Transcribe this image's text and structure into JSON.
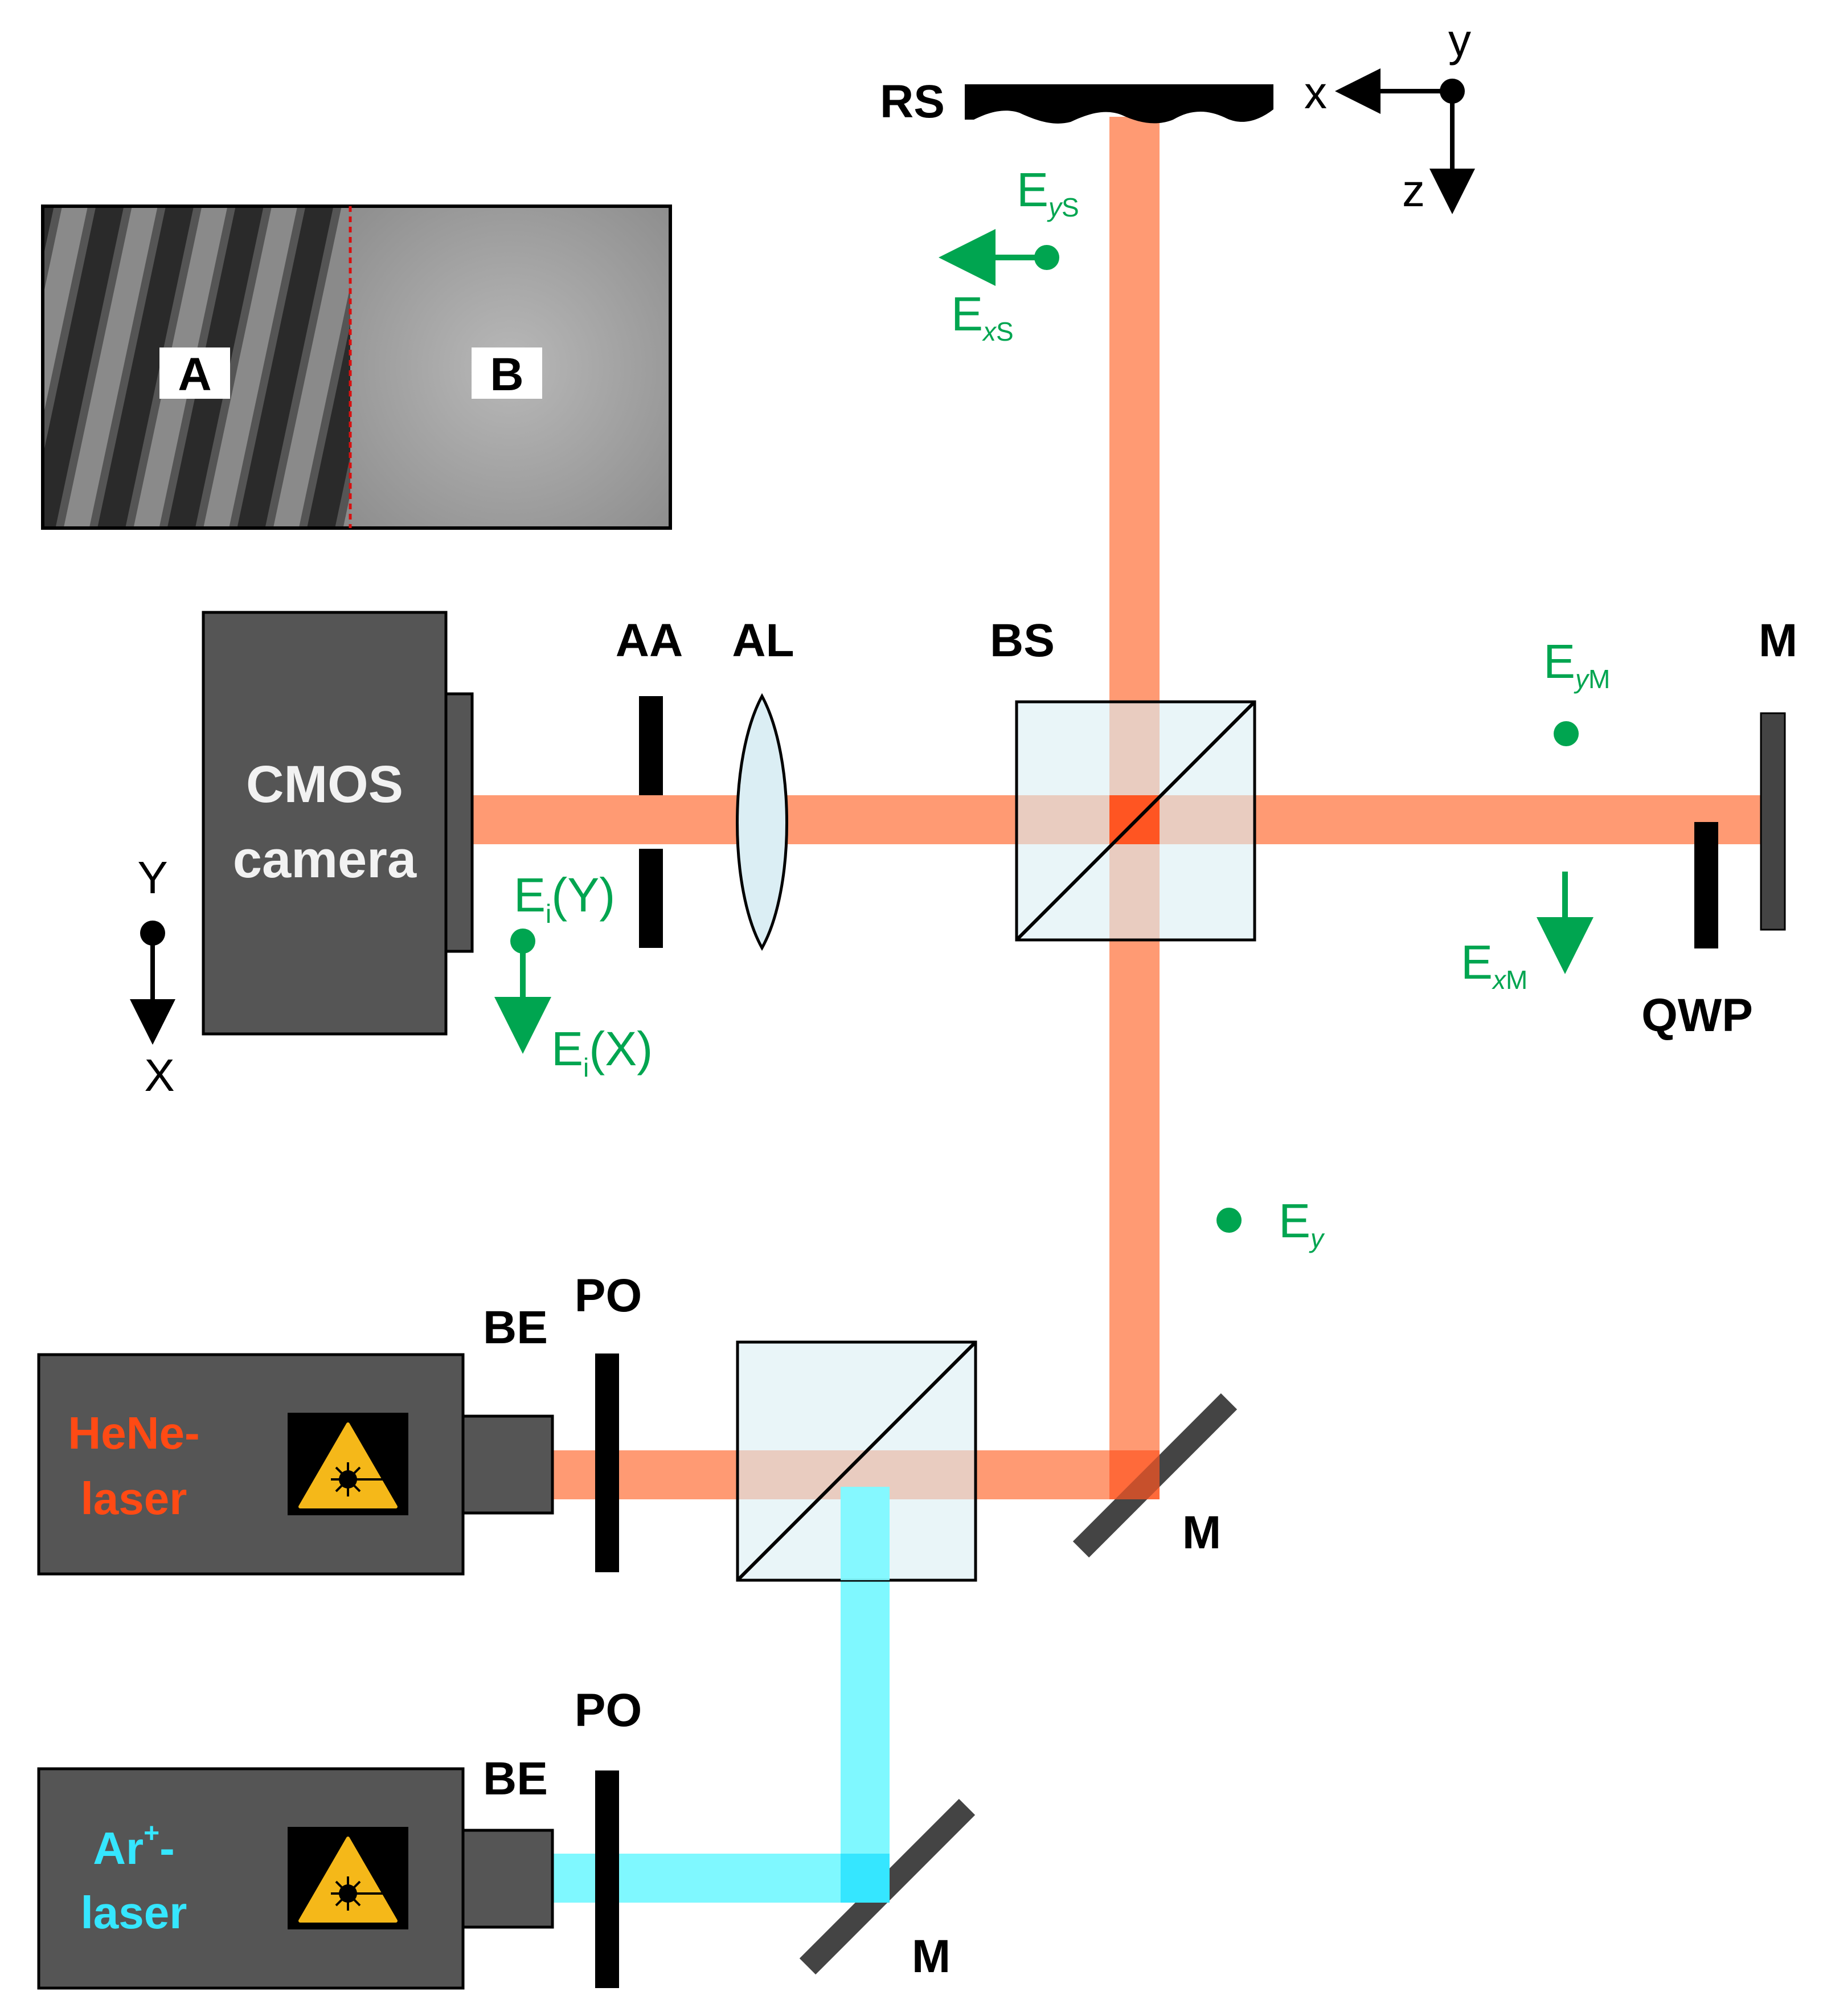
{
  "colors": {
    "hene_beam": "#ff9a73",
    "argon_beam": "#7ff8ff",
    "polarization": "#00a550",
    "device_body": "#555555",
    "cube": "#dbeef4",
    "hene_text": "#ff4a14",
    "argon_text": "#35e6ff",
    "warning_sign": "#f5b819"
  },
  "labels": {
    "rs": "RS",
    "aa": "AA",
    "al": "AL",
    "bs": "BS",
    "m_right": "M",
    "qwp": "QWP",
    "m_middle": "M",
    "m_bottom": "M",
    "be_top": "BE",
    "po_top": "PO",
    "be_bottom": "BE",
    "po_bottom": "PO"
  },
  "camera": {
    "line1": "CMOS",
    "line2": "camera"
  },
  "hene_laser": {
    "line1": "HeNe-",
    "line2": "laser"
  },
  "argon_laser": {
    "line1": "Ar",
    "sup": "+",
    "line1_tail": "-",
    "line2": "laser"
  },
  "inset": {
    "region_a": "A",
    "region_b": "B"
  },
  "axes_top": {
    "x": "x",
    "y": "y",
    "z": "z"
  },
  "axes_camera": {
    "y": "Y",
    "x": "X"
  },
  "fields": {
    "eys": {
      "base": "E",
      "sub1": "y",
      "sub2": "S"
    },
    "exs": {
      "base": "E",
      "sub1": "x",
      "sub2": "S"
    },
    "eym": {
      "base": "E",
      "sub1": "y",
      "sub2": "M"
    },
    "exm": {
      "base": "E",
      "sub1": "x",
      "sub2": "M"
    },
    "ey": {
      "base": "E",
      "sub1": "y"
    },
    "eiy": {
      "base": "E",
      "sub": "i",
      "arg": "(Y)"
    },
    "eix": {
      "base": "E",
      "sub": "i",
      "arg": "(X)"
    }
  },
  "icons": [
    "laser-warning-icon",
    "laser-warning-icon"
  ]
}
